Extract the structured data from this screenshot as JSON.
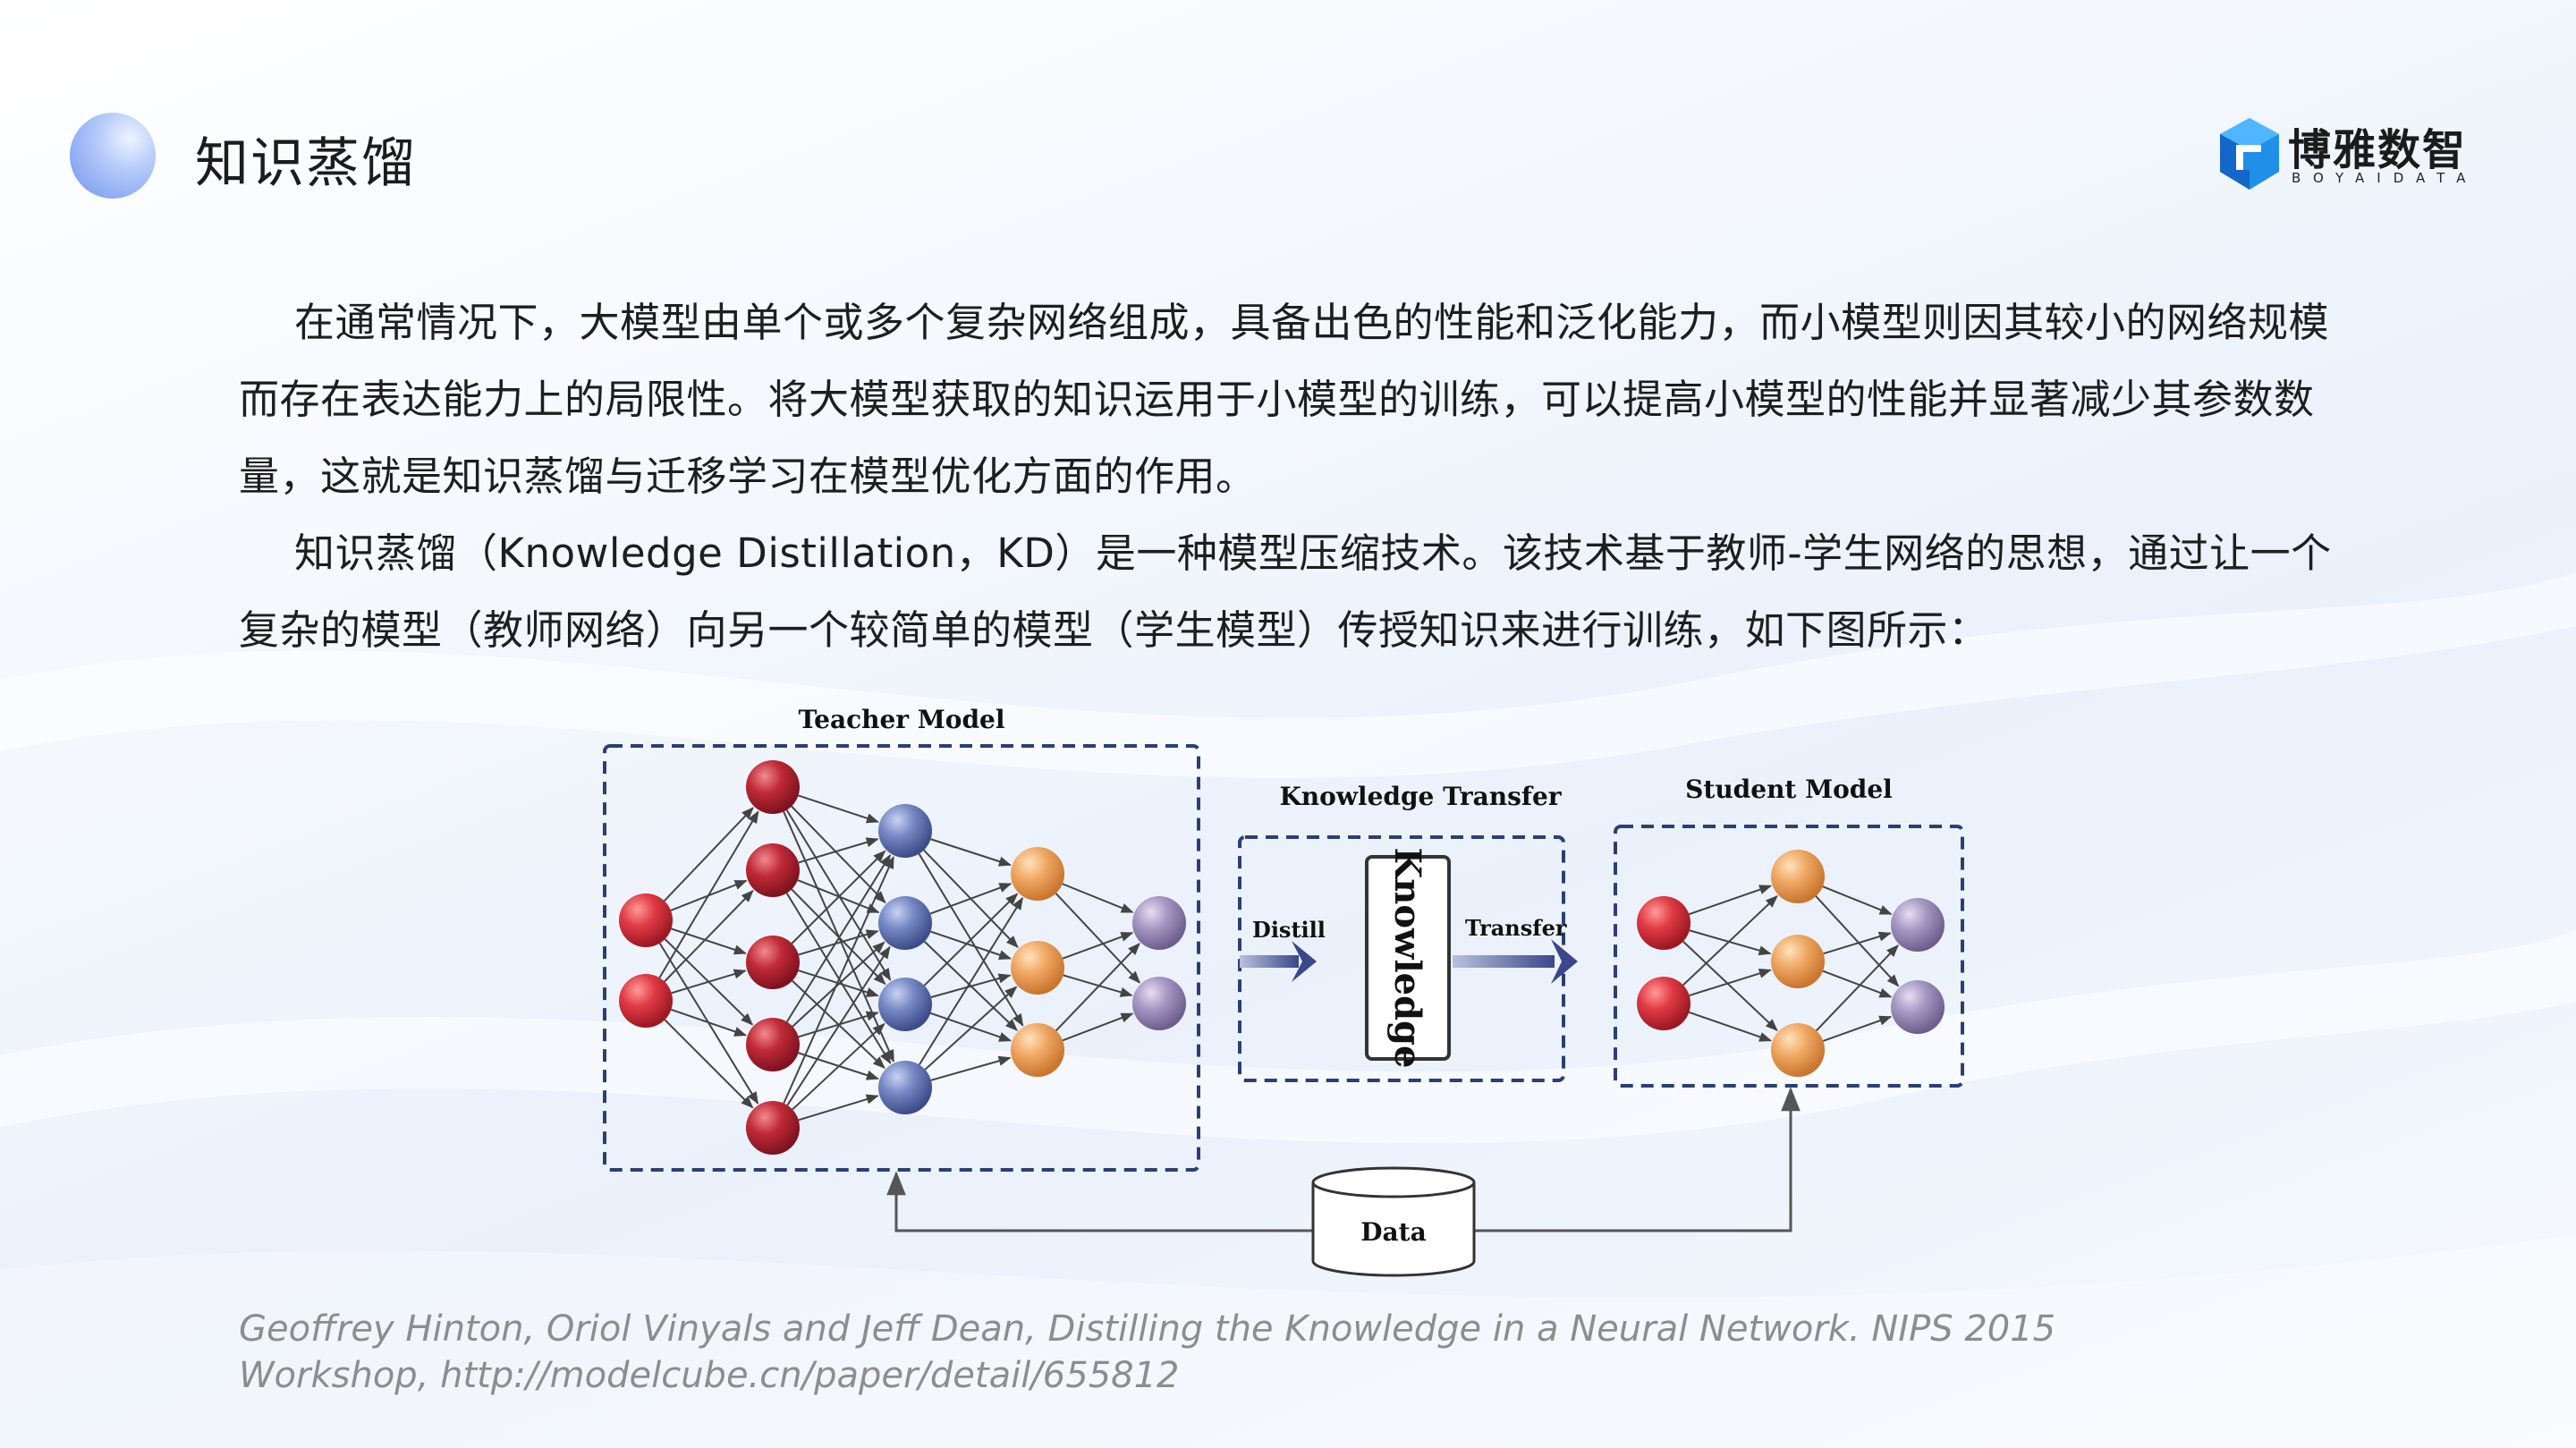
{
  "slide": {
    "title": "知识蒸馏"
  },
  "logo": {
    "name_cn": "博雅数智",
    "name_en": "BOYAIDATA"
  },
  "paragraphs": [
    "在通常情况下，大模型由单个或多个复杂网络组成，具备出色的性能和泛化能力，而小模型则因其较小的网络规模而存在表达能力上的局限性。将大模型获取的知识运用于小模型的训练，可以提高小模型的性能并显著减少其参数数量，这就是知识蒸馏与迁移学习在模型优化方面的作用。",
    "知识蒸馏（Knowledge Distillation，KD）是一种模型压缩技术。该技术基于教师-学生网络的思想，通过让一个复杂的模型（教师网络）向另一个较简单的模型（学生模型）传授知识来进行训练，如下图所示："
  ],
  "diagram": {
    "teacher_label": "Teacher Model",
    "transfer_label": "Knowledge Transfer",
    "student_label": "Student Model",
    "distill_label": "Distill",
    "transfer_arrow_label": "Transfer",
    "knowledge_label": "Knowledge",
    "data_label": "Data",
    "teacher_layers": [
      2,
      5,
      4,
      3,
      2
    ],
    "student_layers": [
      2,
      3,
      2
    ],
    "colors": {
      "red": "#d8303a",
      "dark_red": "#b42632",
      "blue": "#6f82bd",
      "orange": "#eea562",
      "purple": "#a595c0",
      "dashed_border": "#2b3f73",
      "arrow": "#3d4a8c"
    }
  },
  "citation": {
    "line1": "Geoffrey Hinton, Oriol Vinyals and  Jeff Dean, Distilling the Knowledge in a Neural Network. NIPS 2015",
    "line2": "Workshop, http://modelcube.cn/paper/detail/655812"
  }
}
